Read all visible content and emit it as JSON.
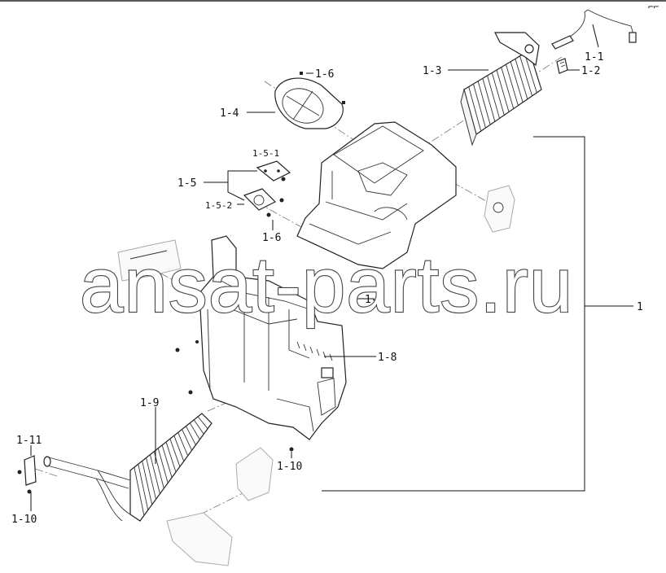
{
  "header": {
    "corner_mark": "⌐⌐"
  },
  "labels": {
    "l1": "1",
    "l1_1": "1-1",
    "l1_2": "1-2",
    "l1_3": "1-3",
    "l1_4": "1-4",
    "l1_5": "1-5",
    "l1_5_1": "1-5-1",
    "l1_5_2": "1-5-2",
    "l1_6a": "1-6",
    "l1_6b": "1-6",
    "l1_7": "1-7",
    "l1_8": "1-8",
    "l1_9": "1-9",
    "l1_10a": "1-10",
    "l1_10b": "1-10",
    "l1_11": "1-11"
  },
  "watermark": {
    "text": "ansat-parts.ru"
  },
  "colors": {
    "line": "#222222",
    "background": "#ffffff",
    "ghost": "#aaaaaa"
  }
}
